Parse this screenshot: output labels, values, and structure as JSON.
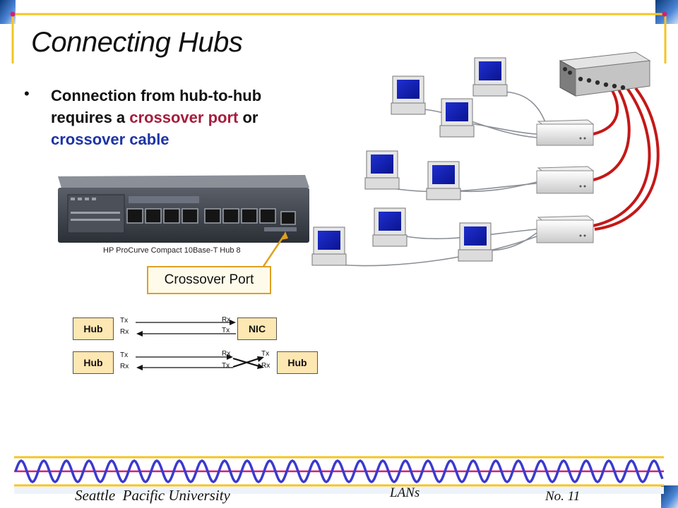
{
  "slide": {
    "title": "Connecting Hubs",
    "bullet": {
      "part1": "Connection from hub-to-hub requires a ",
      "red": "crossover port",
      "part2": " or ",
      "blue": "crossover cable"
    },
    "hub_photo_caption": "HP ProCurve Compact 10Base-T Hub 8",
    "callout": "Crossover Port",
    "wiring": {
      "top": {
        "left": "Hub",
        "right": "NIC",
        "left_signals": [
          "Tx",
          "Rx"
        ],
        "right_signals": [
          "Rx",
          "Tx"
        ]
      },
      "bottom": {
        "left": "Hub",
        "right": "Hub",
        "left_signals": [
          "Tx",
          "Rx"
        ],
        "mid_signals": [
          "Rx",
          "Tx"
        ],
        "right_signals": [
          "Tx",
          "Rx"
        ]
      }
    },
    "footer": {
      "university_initial": "S",
      "university_rest": "eattle  Pacific University",
      "topic": "LANs",
      "page": "No. 11"
    },
    "colors": {
      "frame_gold": "#f3c623",
      "frame_blue": "#1e56a0",
      "cable_red": "#c41818",
      "wave_blue": "#3a3ad0",
      "wave_magenta": "#d0207a",
      "highlight_red": "#a51d3c",
      "highlight_blue": "#1d34a5"
    }
  }
}
